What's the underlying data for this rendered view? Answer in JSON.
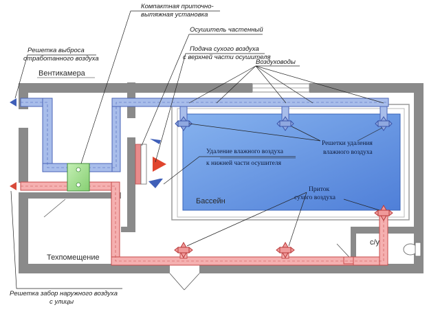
{
  "labels": {
    "compact_unit_line1": "Компактная приточно-",
    "compact_unit_line2": "вытяжная установка",
    "dehumidifier": "Осушитель частенный",
    "dry_air_line1": "Подача сухого воздуха",
    "dry_air_line2": "с верхней части осушителя",
    "exhaust_grille_line1": "Решетка выброса",
    "exhaust_grille_line2": "отработанного воздуха",
    "ducts": "Воздуховоды",
    "moist_removal_line1": "Удаление влажного воздуха",
    "moist_removal_line2": "к нижней части осушителя",
    "grilles_line1": "Решетки удаления",
    "grilles_line2": "влажного воздуха",
    "supply_line1": "Приток",
    "supply_line2": "сухого воздуха",
    "intake_line1": "Решетка забор наружного воздуха",
    "intake_line2": "с улицы"
  },
  "rooms": {
    "vent_chamber": "Вентикамера",
    "pool": "Бассейн",
    "tech_room": "Техпомещение",
    "wc": "с/у"
  },
  "colors": {
    "wall": "#8a8a8a",
    "exhaust_duct": "#9fb4e6",
    "exhaust_duct_stroke": "#4a64b8",
    "supply_duct": "#f2a3a3",
    "supply_duct_stroke": "#c64a4a",
    "pool_water": "#5f8fe0",
    "unit": "#9fdc8c",
    "dehumidifier_panel": "#e88a8a",
    "arrow_blue": "#3f5fb8",
    "arrow_red": "#d84a3a"
  }
}
